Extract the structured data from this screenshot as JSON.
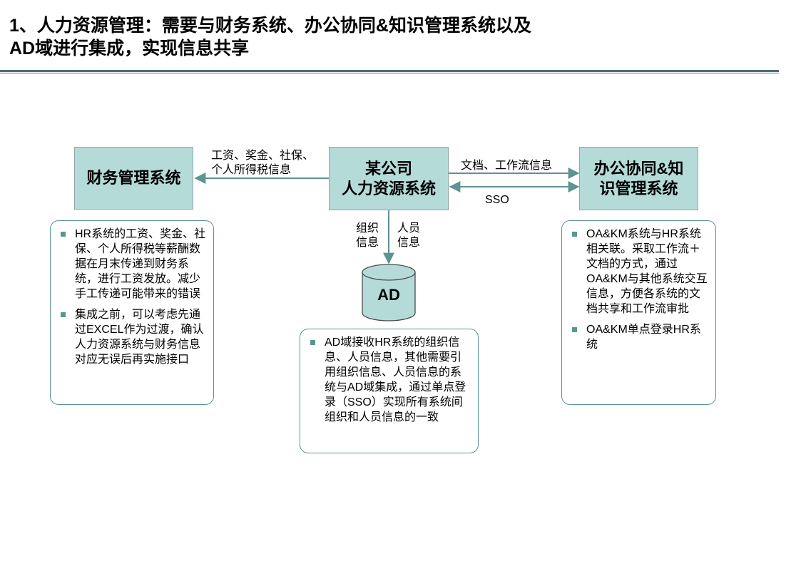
{
  "title": {
    "line1": "1、人力资源管理：需要与财务系统、办公协同&知识管理系统以及",
    "line2": "AD域进行集成，实现信息共享"
  },
  "nodes": {
    "finance": "财务管理系统",
    "hr": [
      "某公司",
      "人力资源系统"
    ],
    "oa": [
      "办公协同&知",
      "识管理系统"
    ],
    "ad": "AD"
  },
  "edges": {
    "hr_to_finance": [
      "工资、奖金、社保、",
      "个人所得税信息"
    ],
    "hr_to_oa": "文档、工作流信息",
    "sso": "SSO",
    "hr_to_ad_left": [
      "组织",
      "信息"
    ],
    "hr_to_ad_right": [
      "人员",
      "信息"
    ]
  },
  "notes": {
    "finance": [
      "HR系统的工资、奖金、社保、个人所得税等薪酬数据在月末传递到财务系统，进行工资发放。减少手工传递可能带来的错误",
      "集成之前，可以考虑先通过EXCEL作为过渡，确认人力资源系统与财务信息对应无误后再实施接口"
    ],
    "ad": [
      "AD域接收HR系统的组织信息、人员信息，其他需要引用组织信息、人员信息的系统与AD域集成，通过单点登录（SSO）实现所有系统间组织和人员信息的一致"
    ],
    "oa": [
      "OA&KM系统与HR系统相关联。采取工作流＋文档的方式，通过OA&KM与其他系统交互信息，方便各系统的文档共享和工作流审批",
      "OA&KM单点登录HR系统"
    ]
  },
  "colors": {
    "node_fill": "#b4dbd8",
    "arrow": "#5b9491",
    "rule": "#4f6f6f"
  }
}
